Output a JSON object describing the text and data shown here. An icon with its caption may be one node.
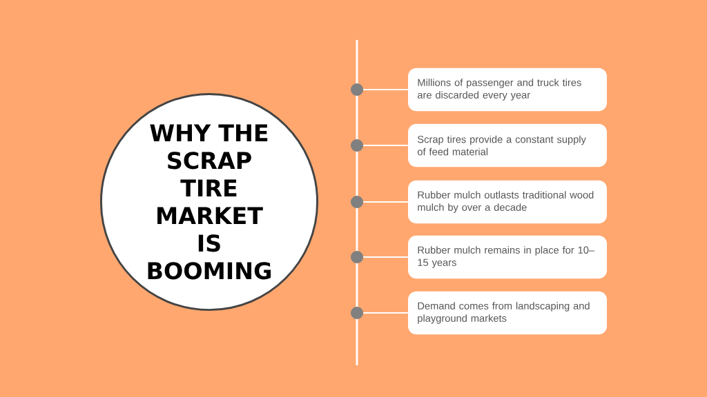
{
  "diagram": {
    "nodes": [
      {
        "text": [
          "WHY THE SCRAP TIRE MARKET IS BOOMING"
        ]
      },
      {
        "text": [
          "Millions of passenger and truck tires are discarded every year"
        ]
      },
      {
        "text": [
          "Scrap tires provide a constant supply of feed material"
        ]
      },
      {
        "text": [
          "Rubber mulch outlasts traditional wood mulch by over a decade"
        ]
      },
      {
        "text": [
          "Rubber mulch remains in place for 10–15 years"
        ]
      },
      {
        "text": [
          "Demand comes from landscaping and playground markets"
        ]
      },
      {
        "text": [],
        "shape": "circle"
      },
      {
        "text": [],
        "shape": "circle"
      },
      {
        "text": [],
        "shape": "circle"
      },
      {
        "text": [],
        "shape": "circle"
      },
      {
        "text": [],
        "shape": "circle"
      }
    ],
    "edges": [
      {
        "from": 6,
        "to": 1,
        "arrow": "none"
      },
      {
        "from": 7,
        "to": 2,
        "arrow": "none"
      },
      {
        "from": 8,
        "to": 3,
        "arrow": "none"
      },
      {
        "from": 9,
        "to": 4,
        "arrow": "none"
      },
      {
        "from": 10,
        "to": 5,
        "arrow": "none"
      }
    ]
  }
}
